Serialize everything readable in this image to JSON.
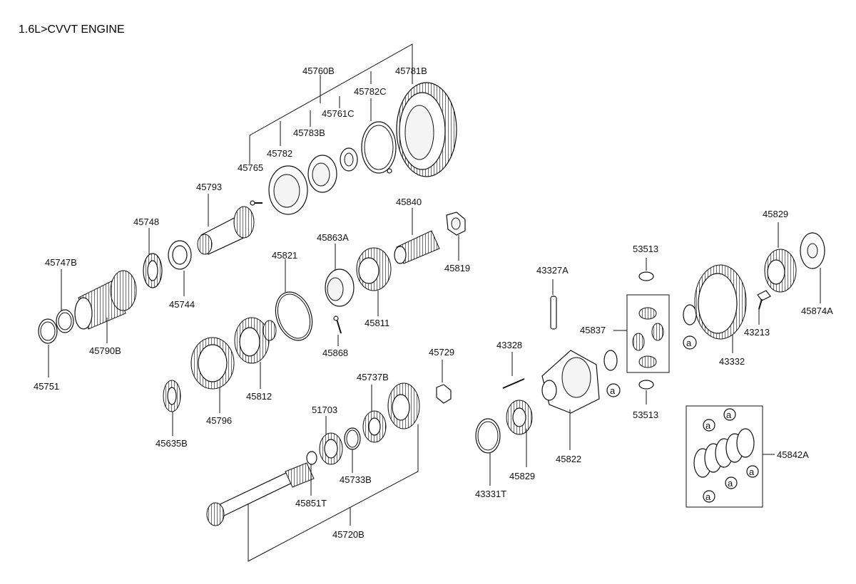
{
  "title": "1.6L>CVVT ENGINE",
  "part_labels": {
    "p45760B": "45760B",
    "p45781B": "45781B",
    "p45782C": "45782C",
    "p45761C": "45761C",
    "p45783B": "45783B",
    "p45782": "45782",
    "p45765": "45765",
    "p45793": "45793",
    "p45748": "45748",
    "p45747B": "45747B",
    "p45744": "45744",
    "p45790B": "45790B",
    "p45751": "45751",
    "p45840": "45840",
    "p45819": "45819",
    "p45863A": "45863A",
    "p45821": "45821",
    "p45811": "45811",
    "p45868": "45868",
    "p45812": "45812",
    "p45796": "45796",
    "p45635B": "45635B",
    "p45729": "45729",
    "p45737B": "45737B",
    "p51703": "51703",
    "p45733B": "45733B",
    "p45851T": "45851T",
    "p45720B": "45720B",
    "p43327A": "43327A",
    "p45837": "45837",
    "p53513a": "53513",
    "p53513b": "53513",
    "p43328": "43328",
    "p45822": "45822",
    "p45829a": "45829",
    "p45829b": "45829",
    "p43331T": "43331T",
    "p45874A": "45874A",
    "p43213": "43213",
    "p43332": "43332",
    "p45842A": "45842A"
  },
  "ref_marker": "a"
}
